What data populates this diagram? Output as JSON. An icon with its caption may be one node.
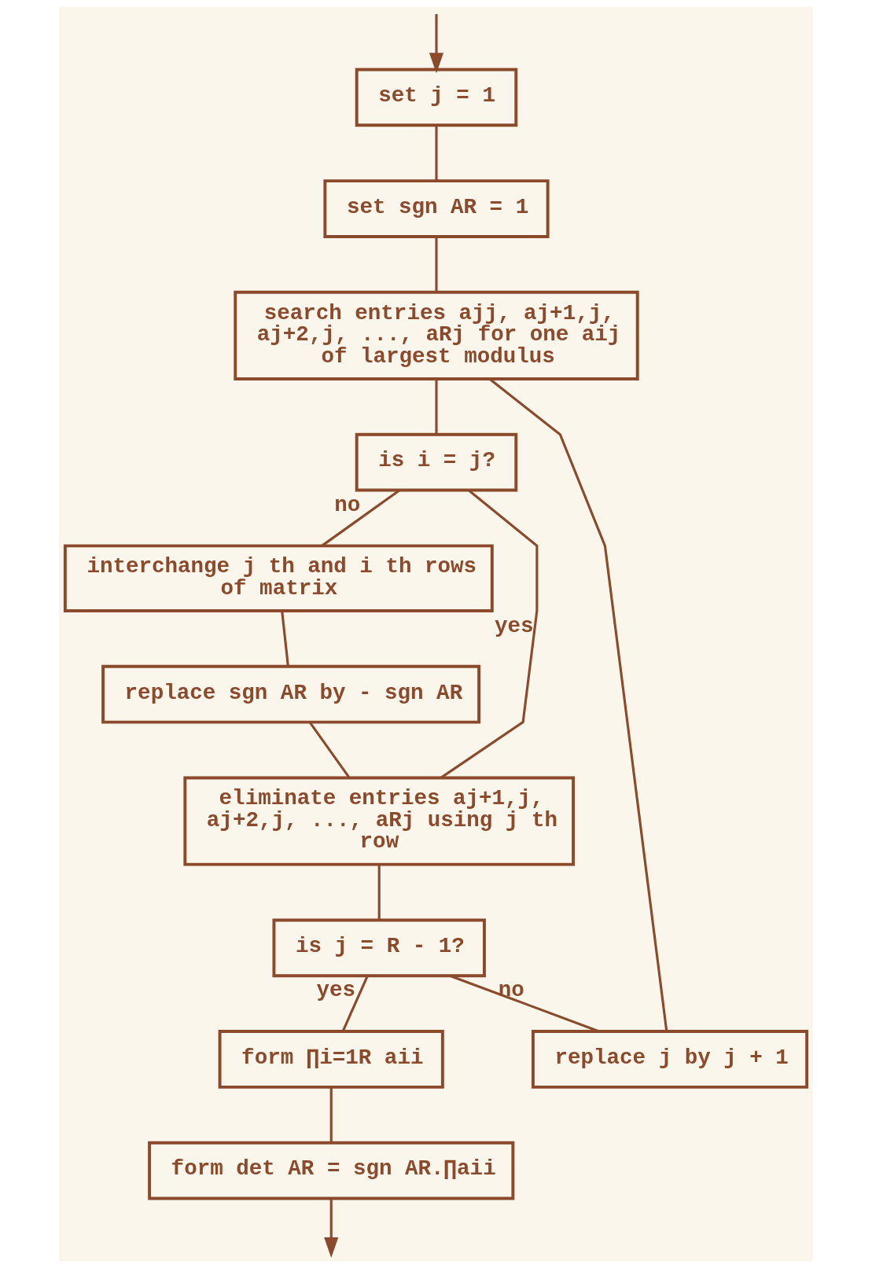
{
  "diagram": {
    "nodes": [
      {
        "text": [
          "set j = 1"
        ]
      },
      {
        "text": [
          "set sgn AR = 1"
        ]
      },
      {
        "text": [
          "search entries ajj, aj+1,j, aj+2,j, ..., aRj for one aij of largest modulus"
        ]
      },
      {
        "text": [
          "is i = j?"
        ]
      },
      {
        "text": [
          "interchange j th and i th rows of matrix"
        ]
      },
      {
        "text": [
          "replace sgn AR by - sgn AR"
        ]
      },
      {
        "text": [
          "eliminate entries aj+1,j, aj+2,j, ..., aRj using j th row"
        ]
      },
      {
        "text": [
          "is j = R - 1?"
        ]
      },
      {
        "text": [
          "form ∏i=1R aii"
        ]
      },
      {
        "text": [
          "replace j by j + 1"
        ]
      },
      {
        "text": [
          "form det AR = sgn AR.∏aii"
        ]
      }
    ],
    "edges": [
      {
        "from": null,
        "to": 0,
        "arrow": "to"
      },
      {
        "from": 0,
        "to": 1,
        "arrow": "none"
      },
      {
        "from": 1,
        "to": 2,
        "arrow": "none"
      },
      {
        "from": 2,
        "to": 3,
        "arrow": "none"
      },
      {
        "from": 3,
        "to": 6,
        "arrow": "none",
        "label": "yes"
      },
      {
        "from": 3,
        "to": 4,
        "arrow": "none",
        "label": "no"
      },
      {
        "from": 4,
        "to": 5,
        "arrow": "none"
      },
      {
        "from": 5,
        "to": 6,
        "arrow": "none"
      },
      {
        "from": 6,
        "to": 7,
        "arrow": "none"
      },
      {
        "from": 7,
        "to": 8,
        "arrow": "none",
        "label": "yes"
      },
      {
        "from": 7,
        "to": 9,
        "arrow": "none",
        "label": "no"
      },
      {
        "from": 9,
        "to": 2,
        "arrow": "none"
      },
      {
        "from": 8,
        "to": 10,
        "arrow": "none"
      },
      {
        "from": 10,
        "to": null,
        "arrow": "to"
      }
    ]
  }
}
